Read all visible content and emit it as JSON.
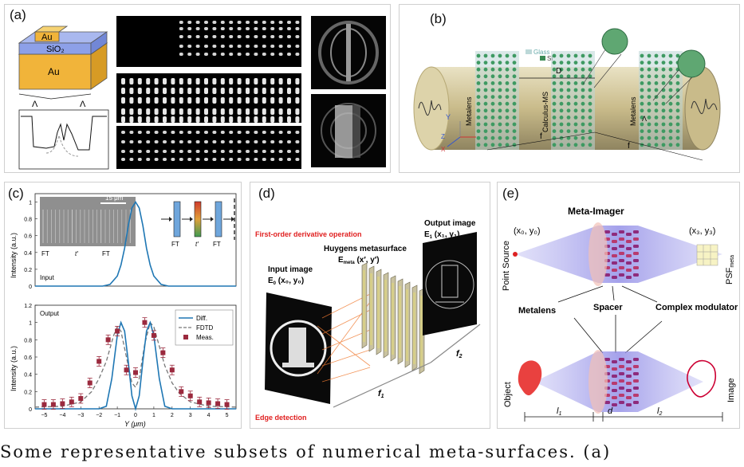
{
  "panels": {
    "a": {
      "label": "(a)",
      "layers": [
        "Au",
        "SiO₂",
        "Au"
      ],
      "period_symbol": "Λ"
    },
    "b": {
      "label": "(b)",
      "legend": [
        "Glass",
        "Si"
      ],
      "labels": {
        "metalens_left": "Metalens",
        "calculus": "Calculus-MS",
        "metalens_right": "Metalens",
        "D": "D",
        "f1": "f",
        "f2": "f",
        "lambda": "Λ",
        "z": "Z",
        "x": "X",
        "y": "Y"
      }
    },
    "c": {
      "label": "(c)",
      "scalebar": "15 μm",
      "sem_labels": [
        "FT",
        "t′",
        "FT"
      ],
      "schematic_labels": [
        "FT",
        "t′",
        "FT"
      ],
      "top_ylabel": "Intensity (a.u.)",
      "top_tag": "Input",
      "bottom_ylabel": "Intensity (a.u.)",
      "bottom_tag": "Output",
      "xlabel": "Y (μm)",
      "yticks_top": [
        "0",
        "0.2",
        "0.4",
        "0.6",
        "0.8",
        "1"
      ],
      "yticks_bottom": [
        "0",
        "0.2",
        "0.4",
        "0.6",
        "0.8",
        "1",
        "1.2"
      ],
      "xticks": [
        "−5",
        "−4",
        "−3",
        "−2",
        "−1",
        "0",
        "1",
        "2",
        "3",
        "4",
        "5"
      ],
      "legend": [
        "Diff.",
        "FDTD",
        "Meas."
      ]
    },
    "d": {
      "label": "(d)",
      "red_top": "First-order derivative operation",
      "red_bottom": "Edge detection",
      "metasurface": "Huygens metasurface",
      "metasurface_eq": "E",
      "metasurface_sub": "meta",
      "metasurface_args": " (x′, y′)",
      "input_title": "Input image",
      "input_eq": "E",
      "input_sub": "0",
      "input_args": " (x₀, y₀)",
      "output_title": "Output image",
      "output_eq": "E",
      "output_sub": "1",
      "output_args": " (x₁, y₁)",
      "f1": "f",
      "f1_sub": "1",
      "f2": "f",
      "f2_sub": "2"
    },
    "e": {
      "label": "(e)",
      "meta_imager": "Meta-Imager",
      "src_coord": "(x₀, y₀)",
      "dst_coord": "(x₃, y₃)",
      "point_source": "Point Source",
      "psf": "PSF",
      "psf_sub": "meta",
      "metalens": "Metalens",
      "spacer": "Spacer",
      "complex": "Complex modulator",
      "object": "Object",
      "image": "Image",
      "l1": "l",
      "l1_sub": "1",
      "d": "d",
      "l2": "l",
      "l2_sub": "2"
    }
  },
  "chart_data": [
    {
      "type": "line",
      "title": "",
      "xlabel": "",
      "ylabel": "Intensity (a.u.)",
      "xlim": [
        -5.5,
        5.5
      ],
      "ylim": [
        0,
        1.1
      ],
      "grid": false,
      "series": [
        {
          "name": "",
          "x": [
            -5.5,
            -1.8,
            -1.4,
            -1.0,
            -0.8,
            -0.6,
            -0.4,
            -0.2,
            0,
            0.2,
            0.4,
            0.6,
            0.8,
            1.0,
            1.4,
            1.8,
            5.5
          ],
          "y": [
            0,
            0,
            0.02,
            0.12,
            0.25,
            0.45,
            0.72,
            0.93,
            1.0,
            0.93,
            0.72,
            0.45,
            0.25,
            0.12,
            0.02,
            0,
            0
          ]
        }
      ]
    },
    {
      "type": "line",
      "title": "",
      "xlabel": "Y (μm)",
      "ylabel": "Intensity (a.u.)",
      "xlim": [
        -5.5,
        5.5
      ],
      "ylim": [
        0,
        1.2
      ],
      "grid": false,
      "legend_position": "top-right",
      "series": [
        {
          "name": "Diff.",
          "x": [
            -5.5,
            -2.0,
            -1.6,
            -1.3,
            -1.0,
            -0.8,
            -0.6,
            -0.4,
            -0.2,
            0,
            0.2,
            0.4,
            0.6,
            0.8,
            1.0,
            1.3,
            1.6,
            2.0,
            5.5
          ],
          "y": [
            0,
            0,
            0.03,
            0.35,
            0.85,
            1.0,
            0.9,
            0.55,
            0.15,
            0,
            0.15,
            0.55,
            0.9,
            1.0,
            0.85,
            0.35,
            0.03,
            0,
            0
          ]
        },
        {
          "name": "FDTD",
          "x": [
            -5.5,
            -4,
            -3,
            -2.4,
            -2,
            -1.6,
            -1.2,
            -1.0,
            -0.8,
            -0.5,
            -0.2,
            0,
            0.2,
            0.5,
            0.8,
            1.0,
            1.2,
            1.6,
            2,
            2.4,
            3,
            4,
            5.5
          ],
          "y": [
            0.02,
            0.03,
            0.08,
            0.2,
            0.35,
            0.55,
            0.85,
            0.95,
            0.9,
            0.6,
            0.3,
            0.25,
            0.35,
            0.75,
            1.0,
            0.95,
            0.8,
            0.5,
            0.3,
            0.18,
            0.08,
            0.03,
            0.02
          ]
        },
        {
          "name": "Meas.",
          "x": [
            -5,
            -4.5,
            -4,
            -3.5,
            -3,
            -2.5,
            -2,
            -1.5,
            -1,
            -0.5,
            0,
            0.5,
            1,
            1.5,
            2,
            2.5,
            3,
            3.5,
            4,
            4.5,
            5
          ],
          "y": [
            0.05,
            0.05,
            0.06,
            0.08,
            0.12,
            0.3,
            0.55,
            0.8,
            0.9,
            0.45,
            0.42,
            1.0,
            0.85,
            0.65,
            0.45,
            0.2,
            0.15,
            0.08,
            0.07,
            0.06,
            0.05
          ]
        }
      ]
    }
  ],
  "caption": "Some representative subsets of numerical meta-surfaces. (a)"
}
